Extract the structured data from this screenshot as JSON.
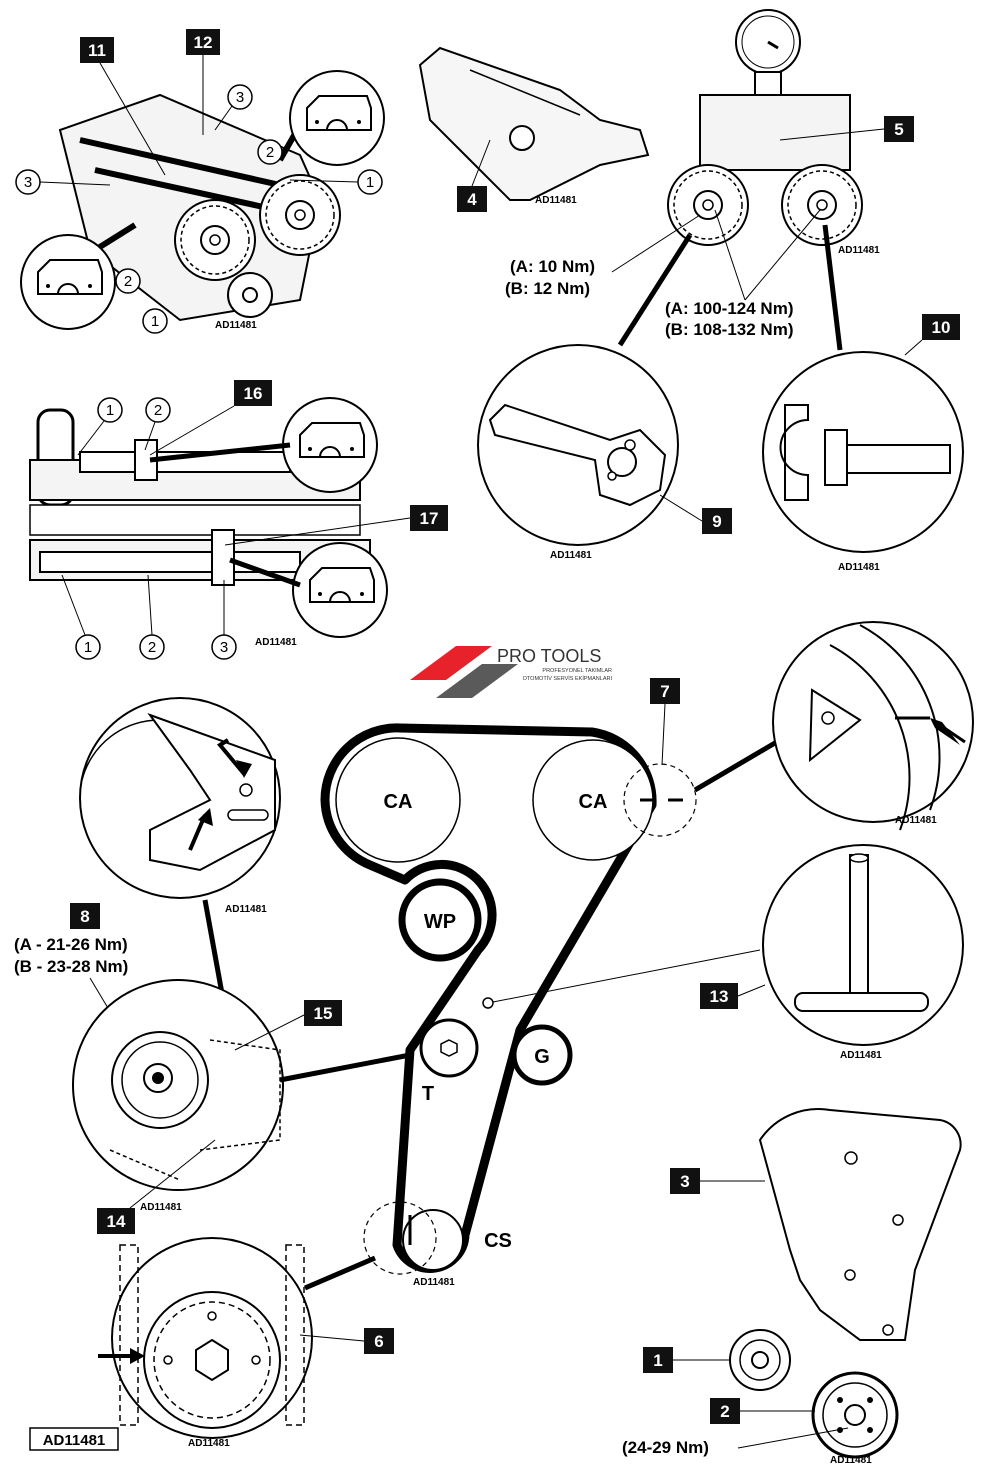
{
  "labels": {
    "box_11": "11",
    "box_12": "12",
    "box_4": "4",
    "box_5": "5",
    "box_9": "9",
    "box_10": "10",
    "box_16": "16",
    "box_17": "17",
    "box_7": "7",
    "box_8": "8",
    "box_15": "15",
    "box_13": "13",
    "box_14": "14",
    "box_3": "3",
    "box_6": "6",
    "box_1": "1",
    "box_2": "2"
  },
  "callouts": {
    "c1": "1",
    "c2": "2",
    "c3": "3"
  },
  "pulleys": {
    "ca": "CA",
    "wp": "WP",
    "g": "G",
    "t": "T",
    "cs": "CS"
  },
  "torques": {
    "a_small": "(A: 10 Nm)",
    "b_small": "(B: 12 Nm)",
    "a_large": "(A: 100-124 Nm)",
    "b_large": "(B: 108-132 Nm)",
    "a_tensioner": "(A - 21-26 Nm)",
    "b_tensioner": "(B - 23-28 Nm)",
    "crank": "(24-29 Nm)"
  },
  "reference_code": "AD11481",
  "brand": {
    "name": "PRO TOOLS",
    "tagline1": "PROFESYONEL TAKIMLAR",
    "tagline2": "OTOMOTİV SERVİS EKİPMANLARI",
    "red": "#e8222a",
    "grey": "#5a5a5a"
  }
}
